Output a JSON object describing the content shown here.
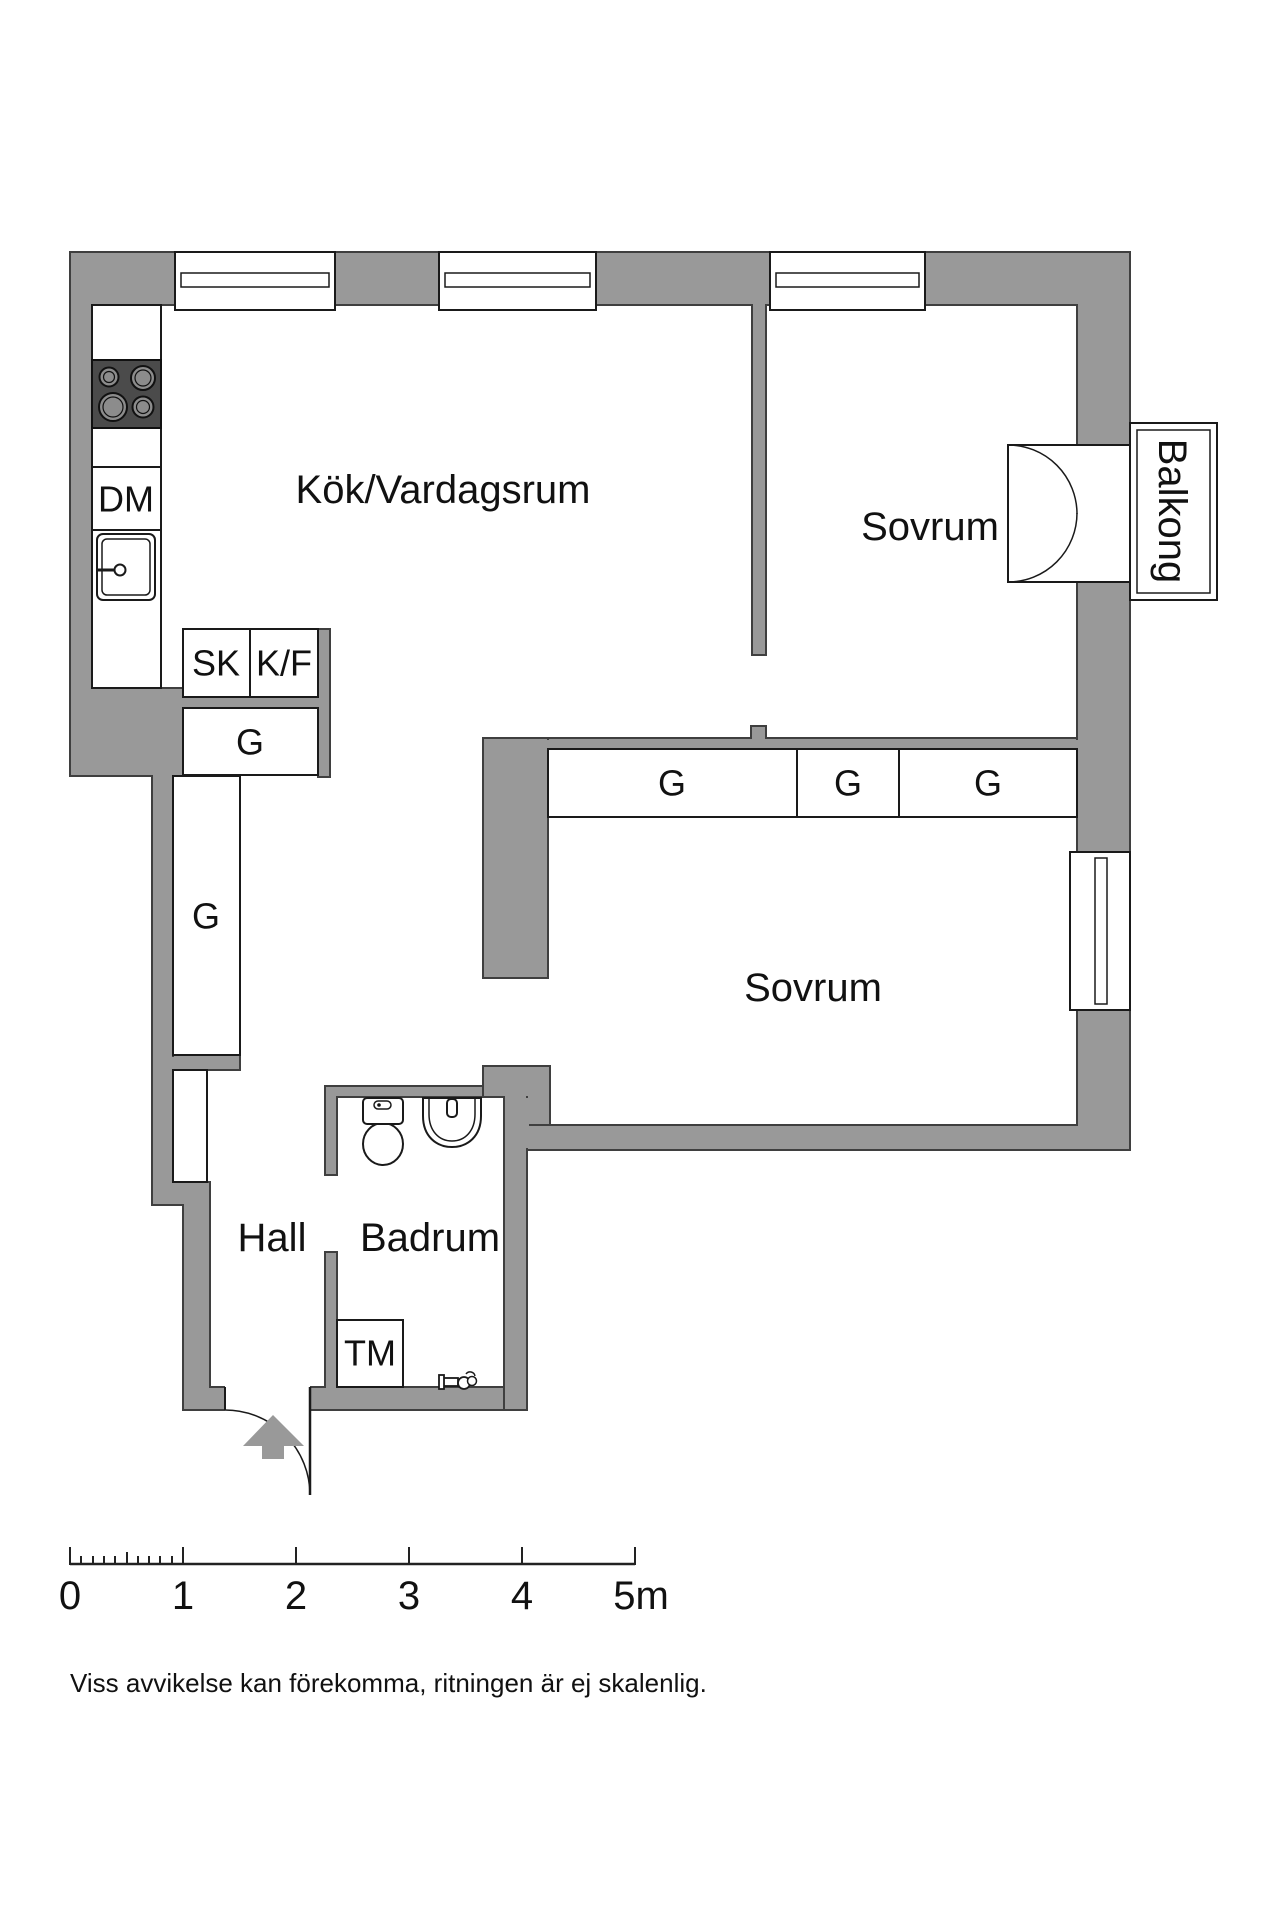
{
  "rooms": {
    "kitchen_living": "Kök/Vardagsrum",
    "bedroom_1": "Sovrum",
    "bedroom_2": "Sovrum",
    "hall": "Hall",
    "bathroom": "Badrum",
    "balcony": "Balkong"
  },
  "fixtures": {
    "dishwasher": "DM",
    "tall_cabinet": "SK",
    "fridge_freezer": "K/F",
    "wardrobe": "G",
    "washing_machine": "TM"
  },
  "scale_bar": {
    "tick_labels": [
      "0",
      "1",
      "2",
      "3",
      "4",
      "5m"
    ],
    "meters": 5
  },
  "disclaimer": "Viss avvikelse kan förekomma, ritningen är ej skalenlig.",
  "colors": {
    "wall_fill": "#999999",
    "wall_stroke": "#3f3f3f",
    "line": "#1a1a1a",
    "stove_fill": "#4b4b4b",
    "burner_fill": "#8c8c8c",
    "background": "#ffffff"
  }
}
